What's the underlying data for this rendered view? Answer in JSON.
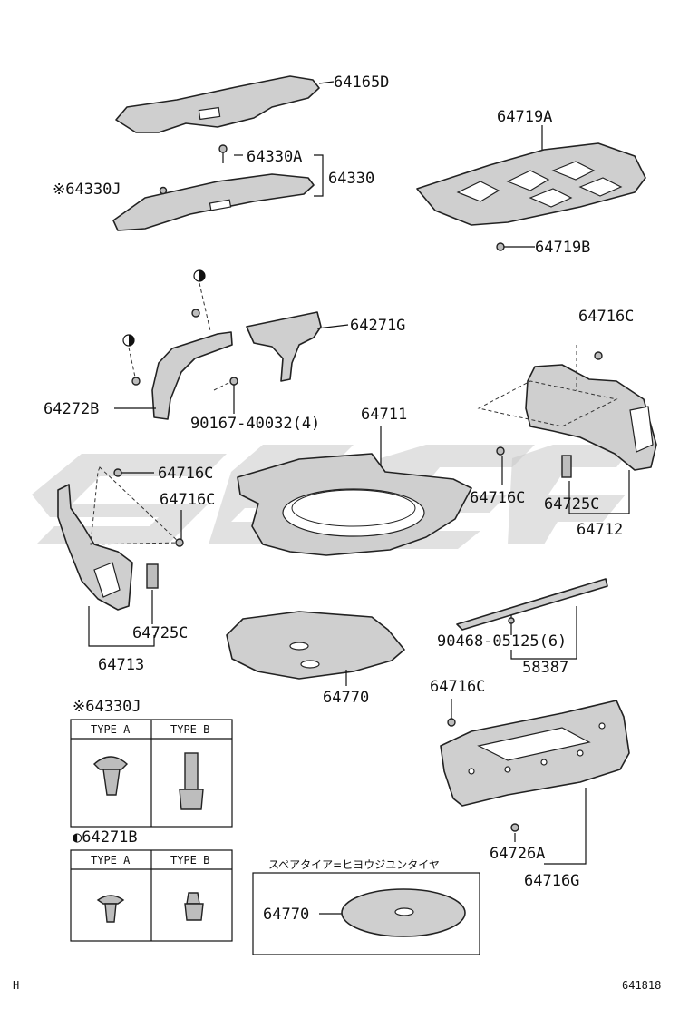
{
  "labels": {
    "p64165D": "64165D",
    "p64719A": "64719A",
    "p64330A": "64330A",
    "p64330": "64330",
    "p64330J": "※64330J",
    "p64719B": "64719B",
    "p64716C_tr": "64716C",
    "p64271G": "64271G",
    "p64272B": "64272B",
    "p90167": "90167-40032(4)",
    "p64711": "64711",
    "p64716C_l1": "64716C",
    "p64716C_l2": "64716C",
    "p64716C_r": "64716C",
    "p64725C_r": "64725C",
    "p64712": "64712",
    "p64725C_l": "64725C",
    "p64713": "64713",
    "p90468": "90468-05125(6)",
    "p58387": "58387",
    "p64770": "64770",
    "p64716C_br": "64716C",
    "p64726A": "64726A",
    "p64716G": "64716G"
  },
  "legend1": {
    "title": "※64330J",
    "type_a": "TYPE A",
    "type_b": "TYPE B"
  },
  "legend2": {
    "title": "◐64271B",
    "type_a": "TYPE A",
    "type_b": "TYPE B"
  },
  "spare": {
    "caption": "スペアタイア=ヒヨウジユンタイヤ",
    "part": "64770"
  },
  "footer": {
    "left": "H",
    "right": "641818"
  }
}
